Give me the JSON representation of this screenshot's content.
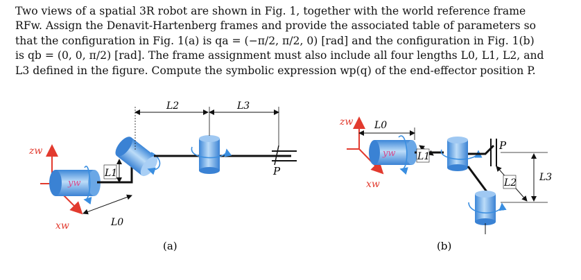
{
  "problem": {
    "lines": [
      "Two views of a spatial 3R robot are shown in Fig. 1, together with the world reference frame",
      "RFw. Assign the Denavit-Hartenberg frames and provide the associated table of parameters so",
      "that the configuration in Fig. 1(a) is qa = (−π/2, π/2, 0) [rad] and the configuration in Fig. 1(b)",
      "is qb = (0, 0, π/2) [rad]. The frame assignment must also include all four lengths L0, L1, L2, and",
      "L3 defined in the figure. Compute the symbolic expression wp(q) of the end-effector position P."
    ]
  },
  "figure": {
    "a": {
      "caption": "(a)",
      "labels": {
        "L0": "L0",
        "L1": "L1",
        "L2": "L2",
        "L3": "L3",
        "P": "P"
      },
      "frame": {
        "z": "zw",
        "y": "yw",
        "x": "xw"
      }
    },
    "b": {
      "caption": "(b)",
      "labels": {
        "L0": "L0",
        "L1": "L1",
        "L2": "L2",
        "L3": "L3",
        "P": "P"
      },
      "frame": {
        "z": "zw",
        "y": "yw",
        "x": "xw"
      }
    },
    "colors": {
      "frame": "#e23a2e",
      "joint": "#3a8ee0",
      "link": "#111111"
    }
  }
}
